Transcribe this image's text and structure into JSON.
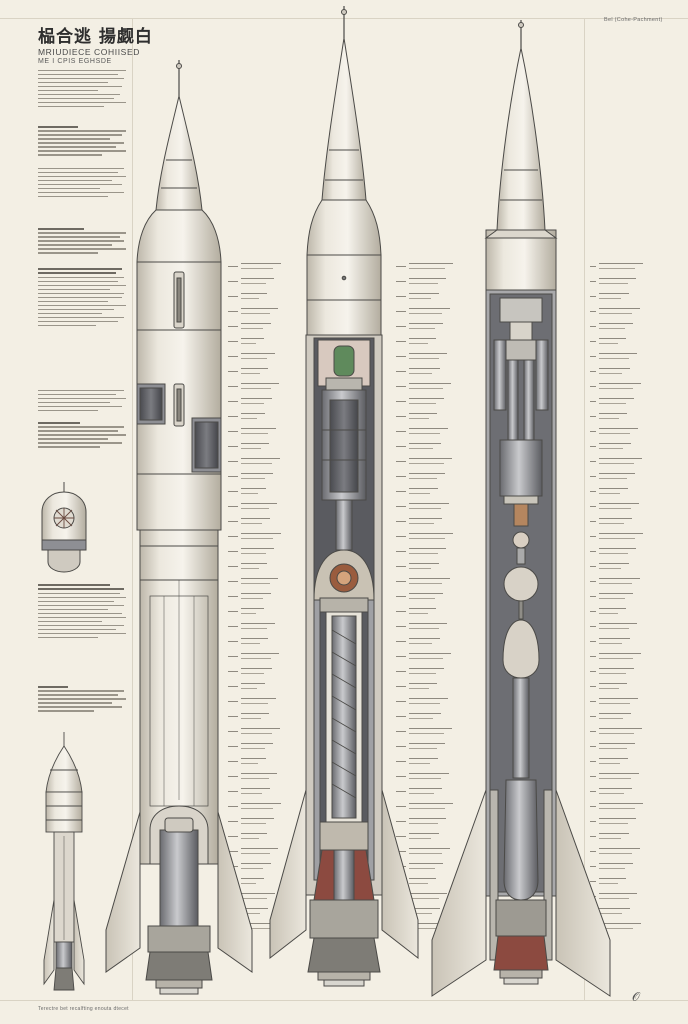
{
  "header": {
    "title": "榀合逃 揚觑白",
    "subtitle": "MRIUDIECE COHIISED",
    "subtitle2": "ME I CPIS EGHSDE",
    "corner_note": "Bel (Cohe-Pachment)"
  },
  "footer": {
    "note": "Terectre bet recalfting enouta dtecet",
    "signature": "𝒪"
  },
  "colors": {
    "background": "#f3efe4",
    "hull": "#e8e4da",
    "hull_shadow": "#b9b3a6",
    "outline": "#4b4a47",
    "interior_dark": "#55565a",
    "interior_mid": "#8e8f94",
    "accent_red": "#8c4a40",
    "accent_green": "#5f8a5c"
  },
  "views": [
    {
      "id": "exterior",
      "icon": "rocket-exterior-icon"
    },
    {
      "id": "cutaway",
      "icon": "rocket-cutaway-icon"
    },
    {
      "id": "section",
      "icon": "rocket-section-icon"
    }
  ]
}
